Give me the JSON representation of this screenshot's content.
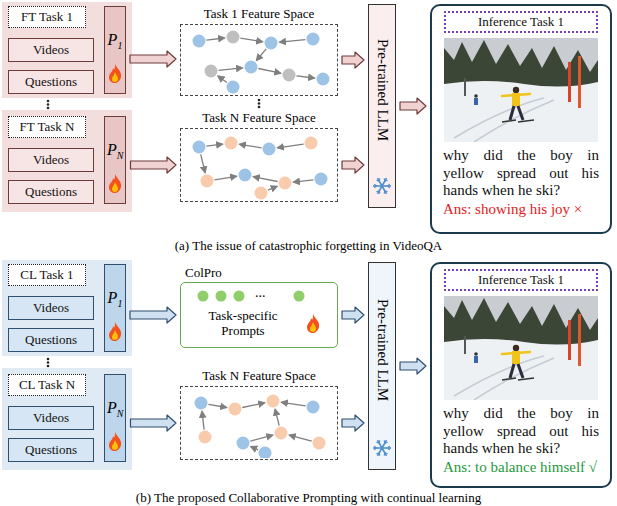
{
  "diagram": {
    "nodes": [
      {
        "text": [
          "FT Task 1"
        ]
      },
      {
        "text": [
          "Videos"
        ]
      },
      {
        "text": [
          "Questions"
        ]
      },
      {
        "text": [
          "P",
          "1"
        ]
      },
      {
        "text": [
          "FT Task N"
        ]
      },
      {
        "text": [
          "Videos"
        ]
      },
      {
        "text": [
          "Questions"
        ]
      },
      {
        "text": [
          "P",
          "N"
        ]
      },
      {
        "text": [
          "Task 1 Feature Space"
        ]
      },
      {
        "text": [
          "Task N Feature Space"
        ]
      },
      {
        "text": [
          "Pre-trained LLM"
        ]
      },
      {
        "text": [
          "why did the boy in yellow spread out his hands when he ski?",
          "Ans: showing his joy ×"
        ]
      },
      {
        "text": [
          "Inference Task 1"
        ],
        "in": 11
      },
      {
        "text": [
          "CL Task 1"
        ]
      },
      {
        "text": [
          "Videos"
        ]
      },
      {
        "text": [
          "Questions"
        ]
      },
      {
        "text": [
          "P",
          "1"
        ]
      },
      {
        "text": [
          "CL Task N"
        ]
      },
      {
        "text": [
          "Videos"
        ]
      },
      {
        "text": [
          "Questions"
        ]
      },
      {
        "text": [
          "P",
          "N"
        ]
      },
      {
        "text": [
          "ColPro",
          "...",
          "Task-specific Prompts"
        ]
      },
      {
        "text": [
          "Task N Feature Space"
        ]
      },
      {
        "text": [
          "Pre-trained LLM"
        ]
      },
      {
        "text": [
          "why did the boy in yellow spread out his hands when he ski?",
          "Ans: to balance himself √"
        ]
      },
      {
        "text": [
          "Inference Task 1"
        ],
        "in": 24
      }
    ],
    "edges": [
      {
        "from": 3,
        "to": 8,
        "arrow": "to"
      },
      {
        "from": 7,
        "to": 9,
        "arrow": "to"
      },
      {
        "from": 8,
        "to": 10,
        "arrow": "to"
      },
      {
        "from": 9,
        "to": 10,
        "arrow": "to"
      },
      {
        "from": 10,
        "to": 11,
        "arrow": "to"
      },
      {
        "from": 16,
        "to": 21,
        "arrow": "to"
      },
      {
        "from": 20,
        "to": 22,
        "arrow": "to"
      },
      {
        "from": 21,
        "to": 23,
        "arrow": "to"
      },
      {
        "from": 22,
        "to": 23,
        "arrow": "to"
      },
      {
        "from": 23,
        "to": 24,
        "arrow": "to"
      }
    ],
    "labels": [
      "(a) The issue of catastrophic forgetting in VideoQA",
      "(b) The proposed Collaborative Prompting with continual learning"
    ]
  }
}
